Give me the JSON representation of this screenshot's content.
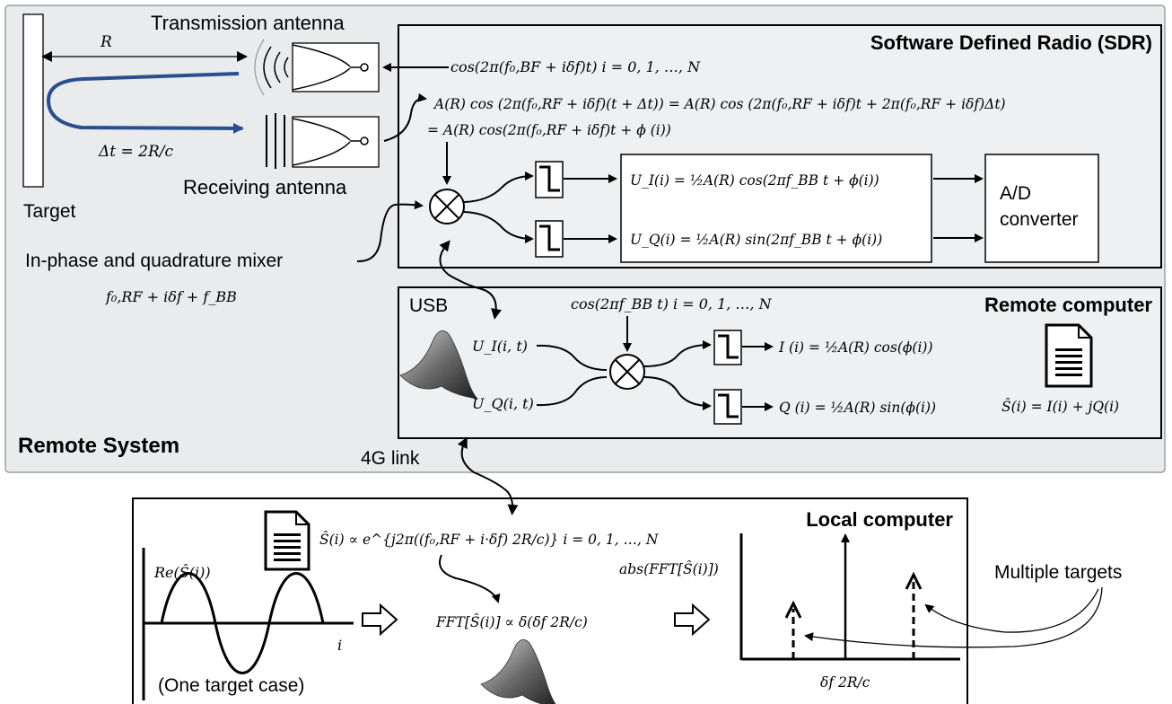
{
  "remote_system": {
    "title": "Remote System",
    "target_label": "Target",
    "range_label": "R",
    "delay_label": "Δt = 2R/c",
    "tx_antenna_label": "Transmission antenna",
    "rx_antenna_label": "Receiving antenna",
    "iq_mixer_label": "In-phase and quadrature mixer",
    "lo_freq_label": "f₀,RF + iδf + f_BB",
    "usb_label": "USB",
    "link_label": "4G link"
  },
  "sdr": {
    "title": "Software Defined Radio (SDR)",
    "tx_signal": "cos(2π(f₀,BF + iδf)t)     i = 0, 1, …, N",
    "rx_signal_line1": "A(R) cos (2π(f₀,RF + iδf)(t + Δt)) = A(R) cos (2π(f₀,RF + iδf)t + 2π(f₀,RF + iδf)Δt)",
    "rx_signal_line2": "= A(R) cos(2π(f₀,RF + iδf)t + ϕ (i))",
    "ui_eq": "U_I(i) = ½A(R) cos(2πf_BB t + ϕ(i))",
    "uq_eq": "U_Q(i) = ½A(R) sin(2πf_BB t + ϕ(i))",
    "adc_line1": "A/D",
    "adc_line2": "converter"
  },
  "remote_computer": {
    "title": "Remote computer",
    "lo_signal": "cos(2πf_BB t)     i = 0, 1, …, N",
    "ui_input": "U_I(i, t)",
    "uq_input": "U_Q(i, t)",
    "i_out": "I (i) = ½A(R) cos(ϕ(i))",
    "q_out": "Q (i) = ½A(R) sin(ϕ(i))",
    "s_hat": "Ŝ(i) = I(i) + jQ(i)"
  },
  "local_computer": {
    "title": "Local computer",
    "s_prop": "Ŝ(i) ∝ e^{j2π((f₀,RF + i·δf) 2R/c)}     i = 0, 1, …, N",
    "re_label": "Re(Ŝ(i))",
    "i_axis": "i",
    "one_target": "(One target case)",
    "fft_eq": "FFT[Ŝ(i)] ∝ δ(δf 2R/c)",
    "abs_fft": "abs(FFT[Ŝ(i)])",
    "peak_axis": "δf 2R/c",
    "multi_targets": "Multiple targets"
  },
  "colors": {
    "panel": "#e9ebec",
    "wave_blue": "#2a4f8e",
    "ink": "#000000"
  }
}
